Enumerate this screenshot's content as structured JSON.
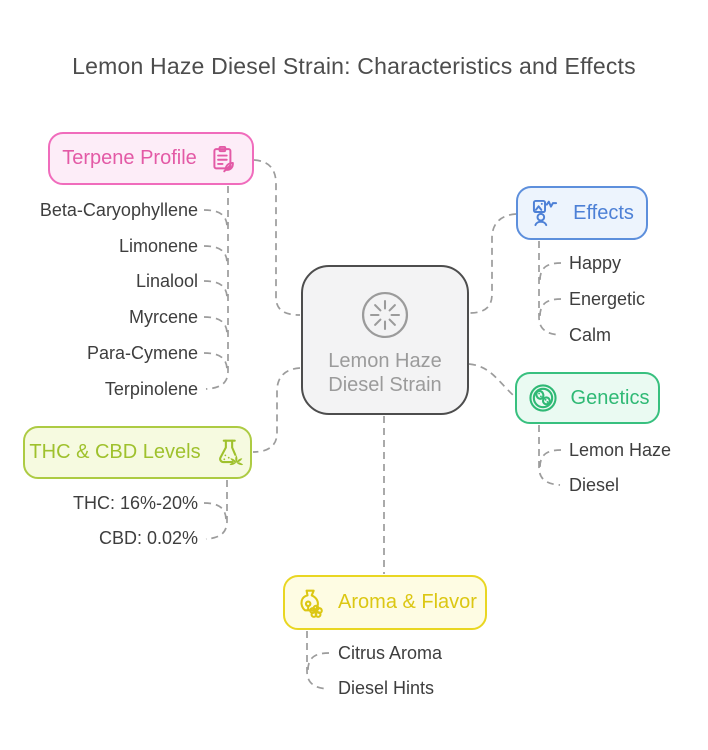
{
  "title": "Lemon Haze Diesel Strain: Characteristics and Effects",
  "center": {
    "line1": "Lemon Haze",
    "line2": "Diesel Strain",
    "icon": "spinner-icon",
    "border_color": "#4d4d4d",
    "text_color": "#9b9b9b"
  },
  "branches": {
    "terpene": {
      "label": "Terpene Profile",
      "icon": "clipboard-leaf-icon",
      "accent": "#f06cbc",
      "background": "#fdedf8",
      "items": [
        "Beta-Caryophyllene",
        "Limonene",
        "Linalool",
        "Myrcene",
        "Para-Cymene",
        "Terpinolene"
      ]
    },
    "effects": {
      "label": "Effects",
      "icon": "person-activity-icon",
      "accent": "#5d8fdc",
      "background": "#edf4fd",
      "items": [
        "Happy",
        "Energetic",
        "Calm"
      ]
    },
    "genetics": {
      "label": "Genetics",
      "icon": "petri-dish-icon",
      "accent": "#38c07f",
      "background": "#eafaf2",
      "items": [
        "Lemon Haze",
        "Diesel"
      ]
    },
    "thc": {
      "label": "THC & CBD Levels",
      "icon": "flask-leaf-icon",
      "accent": "#adcb43",
      "background": "#f6fae0",
      "items": [
        "THC: 16%-20%",
        "CBD: 0.02%"
      ]
    },
    "aroma": {
      "label": "Aroma & Flavor",
      "icon": "diffuser-flower-icon",
      "accent": "#e9d622",
      "background": "#fefce3",
      "items": [
        "Citrus Aroma",
        "Diesel Hints"
      ]
    }
  },
  "connector_color": "#9c9c9c",
  "item_text_color": "#3e3e3e"
}
